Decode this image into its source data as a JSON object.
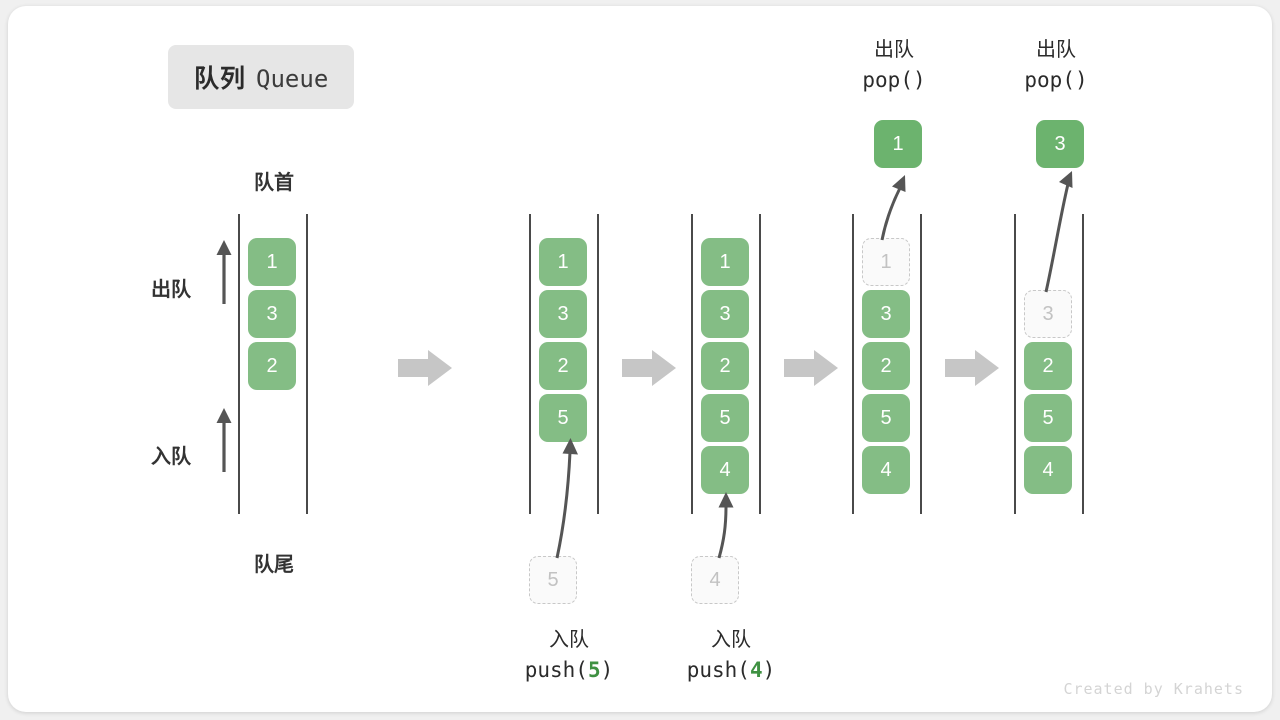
{
  "title": {
    "cn": "队列",
    "en": "Queue"
  },
  "labels": {
    "front": "队首",
    "rear": "队尾",
    "dequeue_side": "出队",
    "enqueue_side": "入队"
  },
  "watermark": "Created by Krahets",
  "colors": {
    "cell_fill": "#84bd85",
    "cell_text": "#ffffff",
    "ghost_border": "#c8c8c8",
    "ghost_text": "#c2c2c2",
    "step_arrow": "#c6c6c6",
    "line": "#4a4a4a",
    "accent_number": "#3f9142",
    "badge_bg": "#e6e6e6"
  },
  "columns": [
    {
      "id": "initial",
      "cells": [
        {
          "value": "1",
          "state": "filled"
        },
        {
          "value": "3",
          "state": "filled"
        },
        {
          "value": "2",
          "state": "filled"
        }
      ]
    },
    {
      "id": "after-push-5",
      "cells": [
        {
          "value": "1",
          "state": "filled"
        },
        {
          "value": "3",
          "state": "filled"
        },
        {
          "value": "2",
          "state": "filled"
        },
        {
          "value": "5",
          "state": "filled"
        }
      ],
      "incoming": {
        "value": "5",
        "state": "ghost"
      }
    },
    {
      "id": "after-push-4",
      "cells": [
        {
          "value": "1",
          "state": "filled"
        },
        {
          "value": "3",
          "state": "filled"
        },
        {
          "value": "2",
          "state": "filled"
        },
        {
          "value": "5",
          "state": "filled"
        },
        {
          "value": "4",
          "state": "filled"
        }
      ],
      "incoming": {
        "value": "4",
        "state": "ghost"
      }
    },
    {
      "id": "after-pop-1",
      "cells": [
        {
          "value": "1",
          "state": "ghost"
        },
        {
          "value": "3",
          "state": "filled"
        },
        {
          "value": "2",
          "state": "filled"
        },
        {
          "value": "5",
          "state": "filled"
        },
        {
          "value": "4",
          "state": "filled"
        }
      ],
      "outgoing": {
        "value": "1",
        "state": "pop-out"
      }
    },
    {
      "id": "after-pop-3",
      "cells": [
        {
          "value": "",
          "state": "empty"
        },
        {
          "value": "3",
          "state": "ghost"
        },
        {
          "value": "2",
          "state": "filled"
        },
        {
          "value": "5",
          "state": "filled"
        },
        {
          "value": "4",
          "state": "filled"
        }
      ],
      "outgoing": {
        "value": "3",
        "state": "pop-out"
      }
    }
  ],
  "operations": {
    "push_5": {
      "cn": "入队",
      "code_prefix": "push(",
      "code_num": "5",
      "code_suffix": ")"
    },
    "push_4": {
      "cn": "入队",
      "code_prefix": "push(",
      "code_num": "4",
      "code_suffix": ")"
    },
    "pop_1": {
      "cn": "出队",
      "code": "pop()"
    },
    "pop_2": {
      "cn": "出队",
      "code": "pop()"
    }
  }
}
